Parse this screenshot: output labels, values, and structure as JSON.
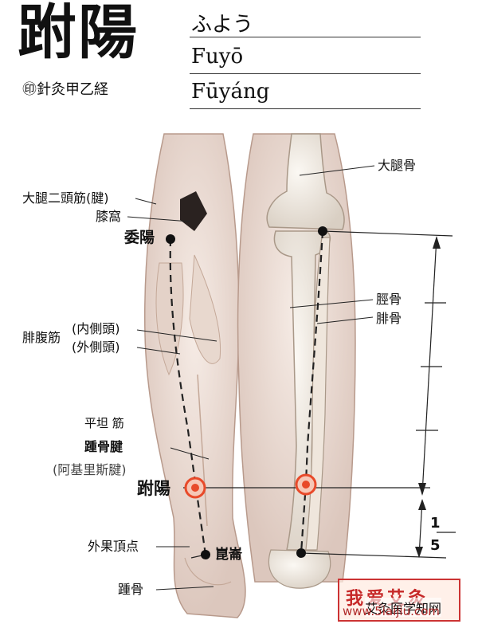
{
  "header": {
    "title": "跗陽",
    "source": "㊞針灸甲乙経",
    "readings": [
      "ふよう",
      "Fuyō",
      "Fūyáng"
    ]
  },
  "labels": {
    "left": {
      "biceps_femoris": "大腿二頭筋(腱)",
      "popliteal_fossa": "膝窩",
      "weiyang": "委陽",
      "gastrocnemius": "腓腹筋",
      "medial_head": "(内側頭)",
      "lateral_head": "(外側頭)",
      "flat_muscle": "平坦 筋",
      "calcaneal_tendon": "踵骨腱",
      "achilles": "(阿基里斯腱)",
      "fuyang": "跗陽",
      "lateral_malleolus": "外果頂点",
      "kunlun": "崑崙",
      "calcaneus": "踵骨"
    },
    "right": {
      "femur": "大腿骨",
      "tibia": "脛骨",
      "fibula": "腓骨"
    },
    "fraction": {
      "numerator": "1",
      "denominator": "5"
    }
  },
  "watermark": {
    "logo": "我爱艾灸",
    "text": "艾灸医学知网",
    "url": "www.5iaijiu.com"
  },
  "colors": {
    "skin": "#efe2da",
    "bone": "#f1ebe3",
    "acupoint": "#e84a2a"
  }
}
